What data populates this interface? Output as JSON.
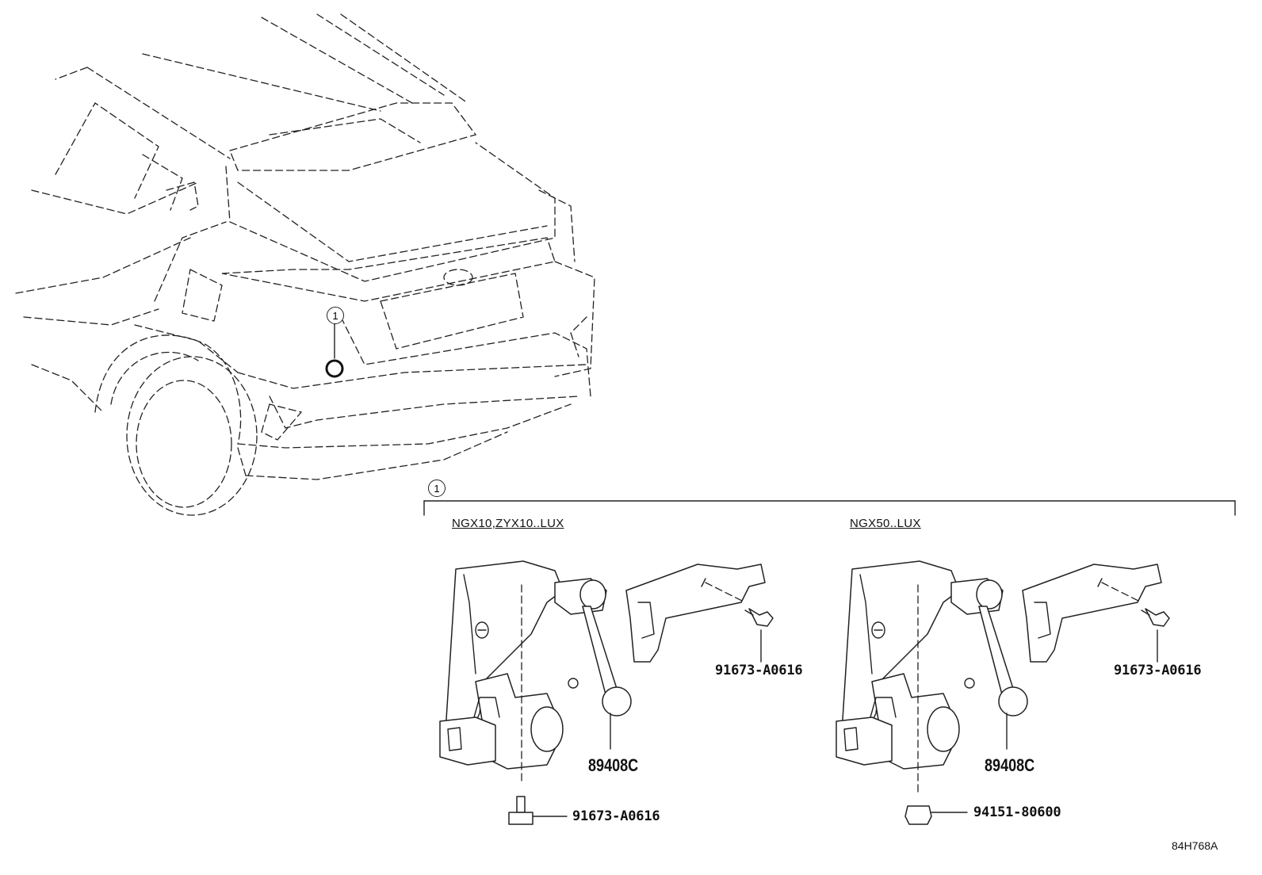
{
  "callout_number": "1",
  "variants": [
    {
      "condition": "NGX10,ZYX10..LUX",
      "sensor_part": "89408C",
      "bolt_part": "91673-A0616",
      "bottom_part": "91673-A0616"
    },
    {
      "condition": "NGX50..LUX",
      "sensor_part": "89408C",
      "bolt_part": "91673-A0616",
      "bottom_part": "94151-80600"
    }
  ],
  "diagram_code": "84H768A"
}
